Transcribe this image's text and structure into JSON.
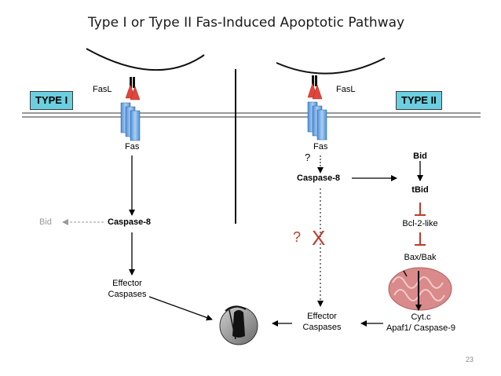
{
  "slide": {
    "title": "Type I or Type II Fas-Induced Apoptotic Pathway",
    "page_number": "23"
  },
  "type1": {
    "label": "TYPE I",
    "fasl": "FasL",
    "fas": "Fas",
    "bid": "Bid",
    "caspase8": "Caspase-8",
    "effector_line1": "Effector",
    "effector_line2": "Caspases"
  },
  "type2": {
    "label": "TYPE II",
    "fasl": "FasL",
    "fas": "Fas",
    "question1": "?",
    "caspase8": "Caspase-8",
    "question2": "?",
    "blocked_mark": "X",
    "bid": "Bid",
    "tbid": "tBid",
    "bcl2": "Bcl-2-like",
    "baxbak": "Bax/Bak",
    "cytc": "Cyt.c",
    "apaf": "Apaf1/ Caspase-9",
    "effector_line1": "Effector",
    "effector_line2": "Caspases"
  },
  "colors": {
    "type_box": "#6ccfe0",
    "ligand_red": "#e0463c",
    "receptor_blue": "#7fb8e8",
    "inhibit_red": "#c0392b"
  },
  "icons": [
    "grim-reaper-moon-icon",
    "mitochondrion-icon",
    "fas-receptor-icon",
    "fasl-ligand-icon"
  ]
}
